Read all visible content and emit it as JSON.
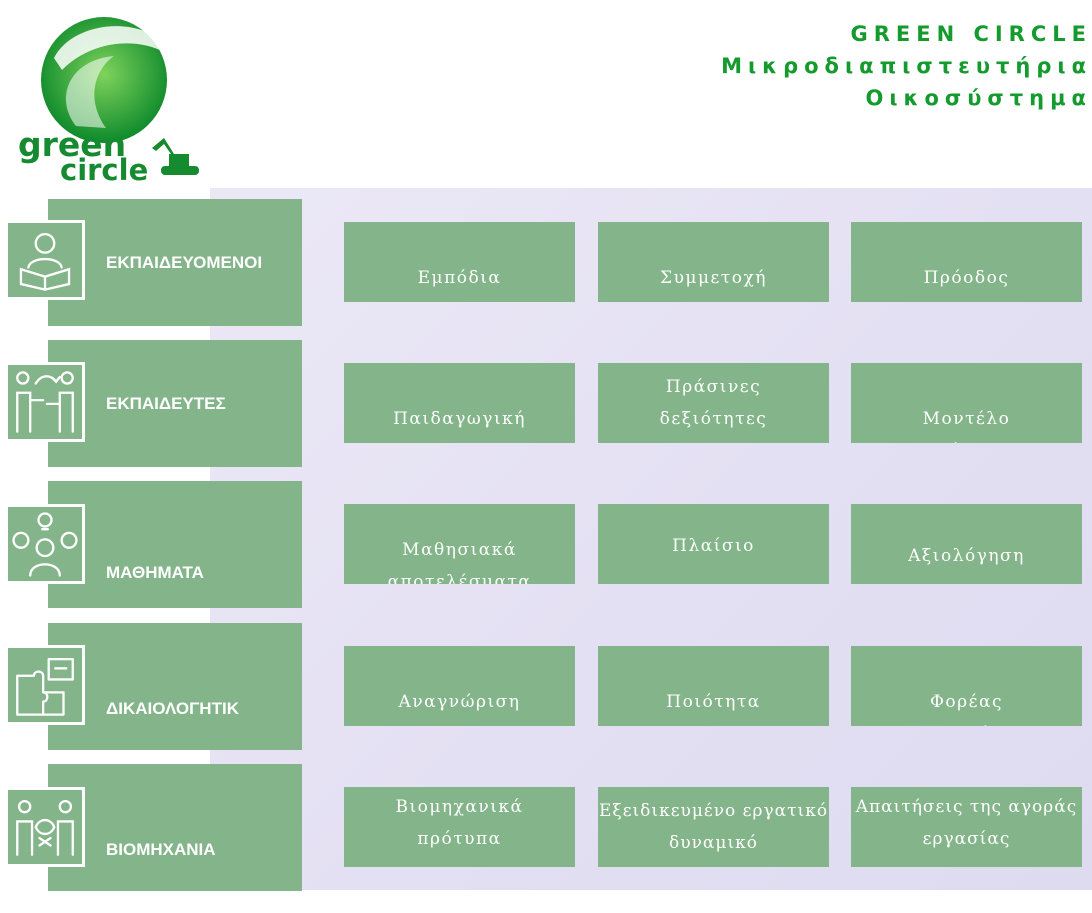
{
  "logo": {
    "word1": "green",
    "word2": "circle"
  },
  "header": {
    "line1": "GREEN CIRCLE",
    "line2": "Μικροδιαπιστευτήρια",
    "line3": "Οικοσύστημα"
  },
  "colors": {
    "tile": "#84b58a",
    "title_green": "#149a2d",
    "board": "#e8e5f5"
  },
  "rows": [
    {
      "label": "ΕΚΠΑΙΔΕΥΟΜΕΝΟΙ",
      "icon": "learner-reading-icon",
      "cells": [
        {
          "text": "Εμπόδια"
        },
        {
          "text": "Συμμετοχή"
        },
        {
          "text": "Πρόοδος"
        }
      ]
    },
    {
      "label": "ΕΚΠΑΙΔΕΥΤΕΣ",
      "icon": "trainers-exchange-icon",
      "cells": [
        {
          "text": "Παιδαγωγική"
        },
        {
          "text": "Πράσινες δεξιότητες"
        },
        {
          "text": "Μοντέλο παράδοσης"
        }
      ]
    },
    {
      "label": "ΜΑΘΗΜΑΤΑ",
      "icon": "ideas-gears-icon",
      "cells": [
        {
          "text": "Μαθησιακά αποτελέσματα"
        },
        {
          "text": "Πλαίσιο"
        },
        {
          "text": "Αξιολόγηση"
        }
      ]
    },
    {
      "label": "ΔΙΚΑΙΟΛΟΓΗΤΙΚ",
      "icon": "puzzle-pieces-icon",
      "cells": [
        {
          "text": "Αναγνώριση"
        },
        {
          "text": "Ποιότητα"
        },
        {
          "text": "Φορέας Πιστοποίησης"
        }
      ]
    },
    {
      "label": "ΒΙΟΜΗΧΑΝΙΑ",
      "icon": "industry-team-icon",
      "cells": [
        {
          "text": "Βιομηχανικά πρότυπα"
        },
        {
          "text": "Εξειδικευμένο εργατικό δυναμικό"
        },
        {
          "text": "Απαιτήσεις της αγοράς εργασίας"
        }
      ]
    }
  ]
}
